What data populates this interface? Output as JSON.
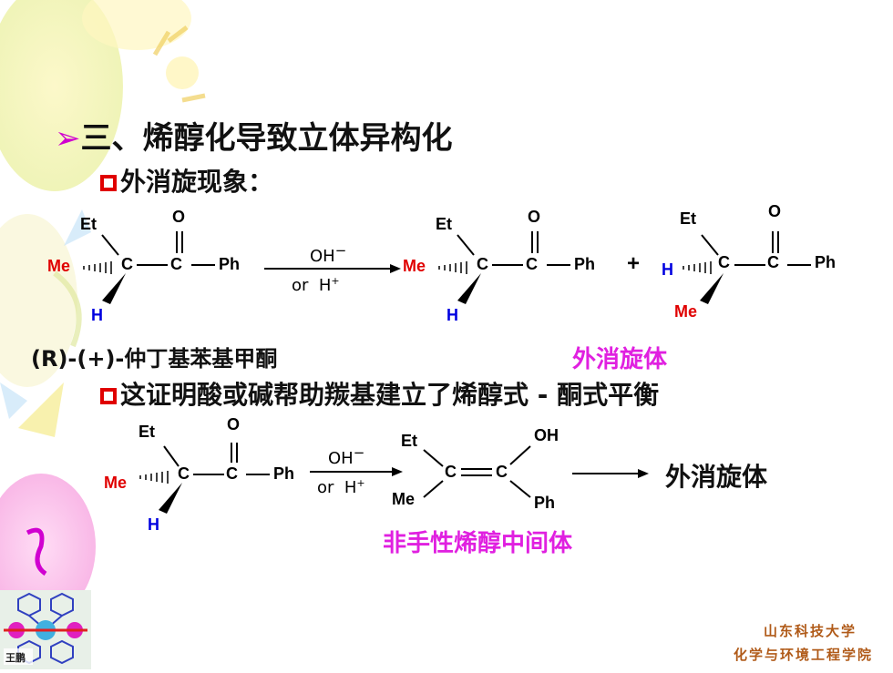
{
  "slide": {
    "heading": "三、烯醇化导致立体异构化",
    "heading_bullet": "➢",
    "sub1": "外消旋现象：",
    "sub2": "这证明酸或碱帮助羰基建立了烯醇式 - 酮式平衡"
  },
  "labels": {
    "compound_name": "(R)-(+)-仲丁基苯基甲酮",
    "racemate": "外消旋体",
    "racemate2": "外消旋体",
    "enol_label": "非手性烯醇中间体"
  },
  "reaction": {
    "cond_top": "OH",
    "cond_minus": "−",
    "cond_or": "or",
    "cond_h": "H",
    "cond_plus": "+",
    "plus_sign": "+"
  },
  "atoms": {
    "et": "Et",
    "o": "O",
    "me": "Me",
    "c": "C",
    "ph": "Ph",
    "h": "H",
    "oh": "OH"
  },
  "footer": {
    "university": "山东科技大学",
    "college": "化学与环境工程学院",
    "author": "王鹏"
  },
  "colors": {
    "heading_bullet": "#d000d0",
    "box_bullet": "#e00000",
    "me_red": "#e00000",
    "h_blue": "#0000e0",
    "magenta_label": "#e020e0",
    "footer": "#b05a18"
  }
}
